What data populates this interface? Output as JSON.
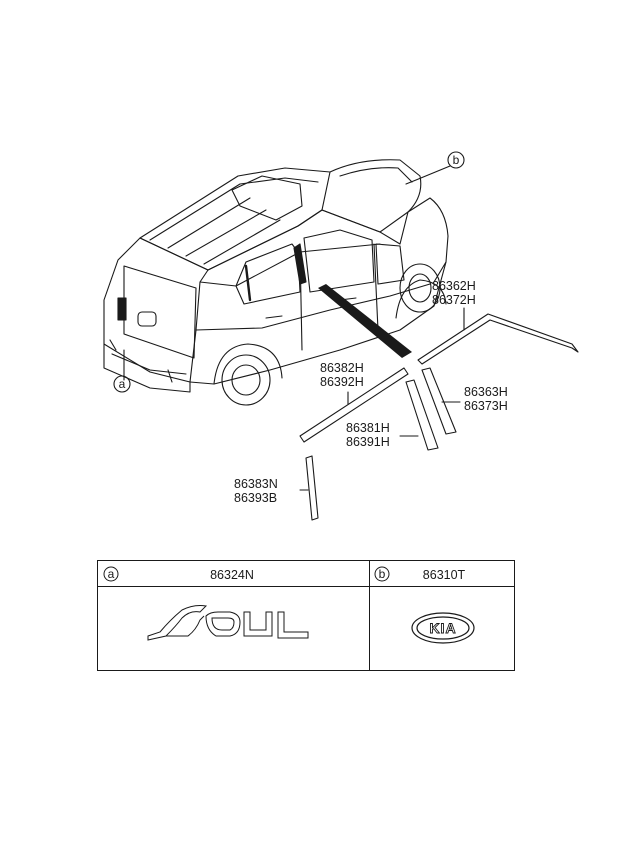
{
  "callouts": {
    "a": "a",
    "b": "b"
  },
  "parts": {
    "p86362": "86362H",
    "p86372": "86372H",
    "p86382": "86382H",
    "p86392": "86392H",
    "p86363": "86363H",
    "p86373": "86373H",
    "p86381": "86381H",
    "p86391": "86391H",
    "p86383": "86383N",
    "p86393": "86393B"
  },
  "legend": {
    "cells": [
      {
        "key": "a",
        "part": "86324N"
      },
      {
        "key": "b",
        "part": "86310T"
      }
    ]
  },
  "emblems": {
    "model_badge": "SOUL",
    "brand_badge": "KIA"
  }
}
